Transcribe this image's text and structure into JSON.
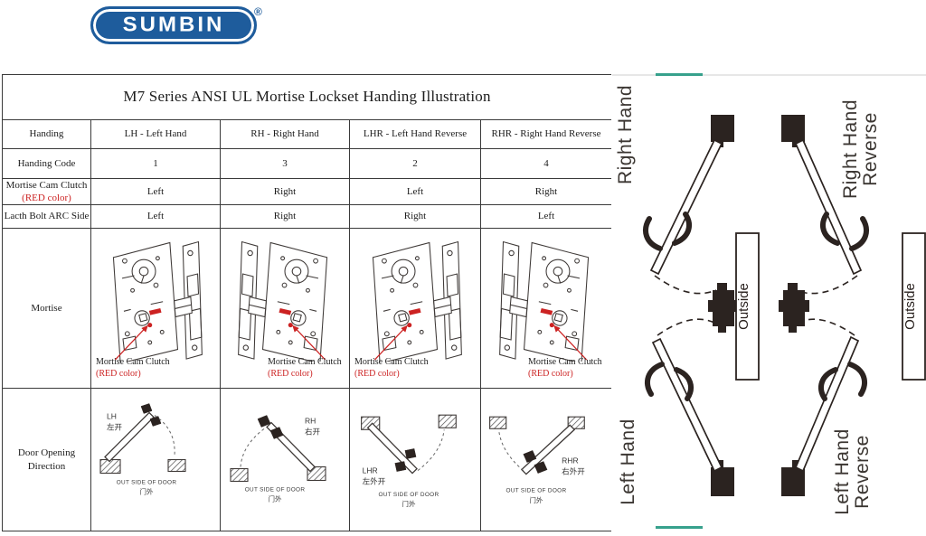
{
  "logo": {
    "text": "SUMBIN",
    "registered": "®",
    "brand_color": "#1e5c9c"
  },
  "table": {
    "title": "M7 Series ANSI UL Mortise Lockset Handing Illustration",
    "corner_label": "Handing",
    "columns": [
      "LH - Left Hand",
      "RH - Right Hand",
      "LHR - Left Hand Reverse",
      "RHR - Right Hand Reverse"
    ],
    "rows": [
      {
        "label": "Handing Code",
        "values": [
          "1",
          "3",
          "2",
          "4"
        ]
      },
      {
        "label": "Mortise Cam Clutch",
        "label_note": "(RED color)",
        "values": [
          "Left",
          "Right",
          "Left",
          "Right"
        ]
      },
      {
        "label": "Lacth Bolt ARC Side",
        "values": [
          "Left",
          "Right",
          "Right",
          "Left"
        ]
      }
    ],
    "mortise_row": {
      "label": "Mortise",
      "callout": "Mortise Cam Clutch",
      "callout_note": "(RED color)",
      "red_color": "#cc2222"
    },
    "door_row": {
      "label_line1": "Door Opening",
      "label_line2": "Direction",
      "outside_en": "OUT SIDE OF DOOR",
      "outside_cn": "门外",
      "cells": [
        {
          "code": "LH",
          "cn": "左开"
        },
        {
          "code": "RH",
          "cn": "右开"
        },
        {
          "code": "LHR",
          "cn": "左外开"
        },
        {
          "code": "RHR",
          "cn": "右外开"
        }
      ]
    }
  },
  "right_panel": {
    "accent_color": "#37a18c",
    "outside_label": "Outside",
    "labels": {
      "right_hand": "Right Hand",
      "right_hand_reverse_line1": "Right Hand",
      "right_hand_reverse_line2": "Reverse",
      "left_hand": "Left Hand",
      "left_hand_reverse_line1": "Left Hand",
      "left_hand_reverse_line2": "Reverse"
    }
  }
}
